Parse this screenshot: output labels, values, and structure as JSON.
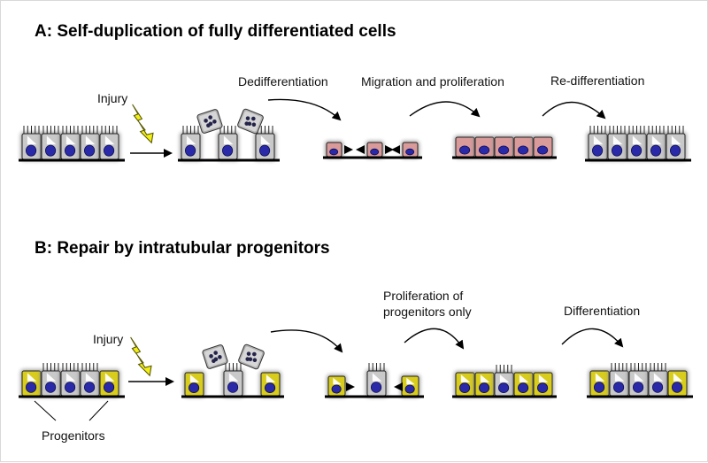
{
  "panels": {
    "a": {
      "title": "A: Self-duplication of fully differentiated cells",
      "injury": "Injury",
      "steps": [
        "Dedifferentiation",
        "Migration and proliferation",
        "Re-differentiation"
      ]
    },
    "b": {
      "title": "B: Repair by intratubular progenitors",
      "injury": "Injury",
      "steps": [
        "Proliferation of",
        "progenitors only",
        "Differentiation"
      ],
      "progenitors": "Progenitors"
    }
  },
  "colors": {
    "differentiated_cell": "#c9c9c9",
    "dedifferentiated_cell": "#d99a9a",
    "progenitor_cell": "#d8cc1c",
    "nucleus": "#2a2aa8",
    "lightning": "#f2ee1a",
    "debris_box": "#b0b0b0"
  },
  "icons": {
    "injury": "lightning-icon",
    "debris": "cell-debris-icon"
  }
}
